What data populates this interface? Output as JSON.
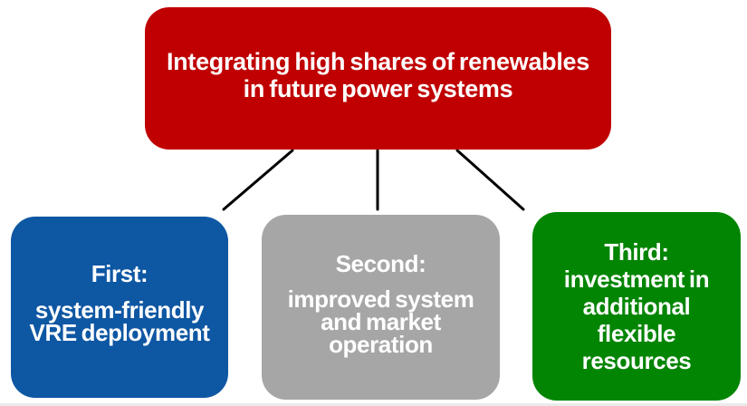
{
  "diagram": {
    "background_color": "#FFFFFF",
    "text_color": "#FFFFFF",
    "connector_color": "#000000",
    "title_box": {
      "color": "#C00000",
      "lines": [
        "Integrating high shares of renewables",
        "in future power systems"
      ]
    },
    "branches": [
      {
        "heading": "First:",
        "body_lines": [
          "system-friendly",
          "VRE deployment"
        ],
        "body_text": "system-friendly VRE deployment",
        "color": "#0E57A3"
      },
      {
        "heading": "Second:",
        "body_lines": [
          "improved system",
          "and market",
          "operation"
        ],
        "body_text": "improved system and market operation",
        "color": "#A6A6A6"
      },
      {
        "heading": "Third:",
        "body_lines": [
          "investment in",
          "additional",
          "flexible",
          "resources"
        ],
        "body_text": "investment in additional flexible resources",
        "color": "#028502"
      }
    ]
  }
}
